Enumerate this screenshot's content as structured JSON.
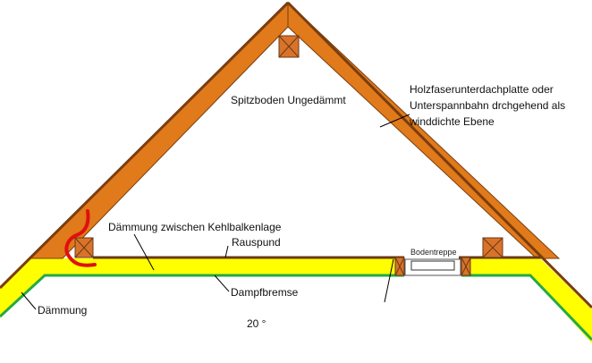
{
  "labels": {
    "attic": "Spitzboden Ungedämmt",
    "membrane_line1": "Holzfaserunterdachplatte oder",
    "membrane_line2": "Unterspannbahn drchgehend als",
    "membrane_line3": "winddichte Ebene",
    "collar_insulation": "Dämmung zwischen Kehlbalkenlage",
    "boards": "Rauspund",
    "vapor_barrier": "Dampfbremse",
    "insulation": "Dämmung",
    "angle": "20 °",
    "attic_stairs": "Bodentreppe"
  },
  "colors": {
    "rafter": "#e07a1a",
    "rafter_edge": "#7a3d10",
    "insulation": "#ffff00",
    "vapor_barrier": "#22aa44",
    "markup": "#e01010"
  }
}
